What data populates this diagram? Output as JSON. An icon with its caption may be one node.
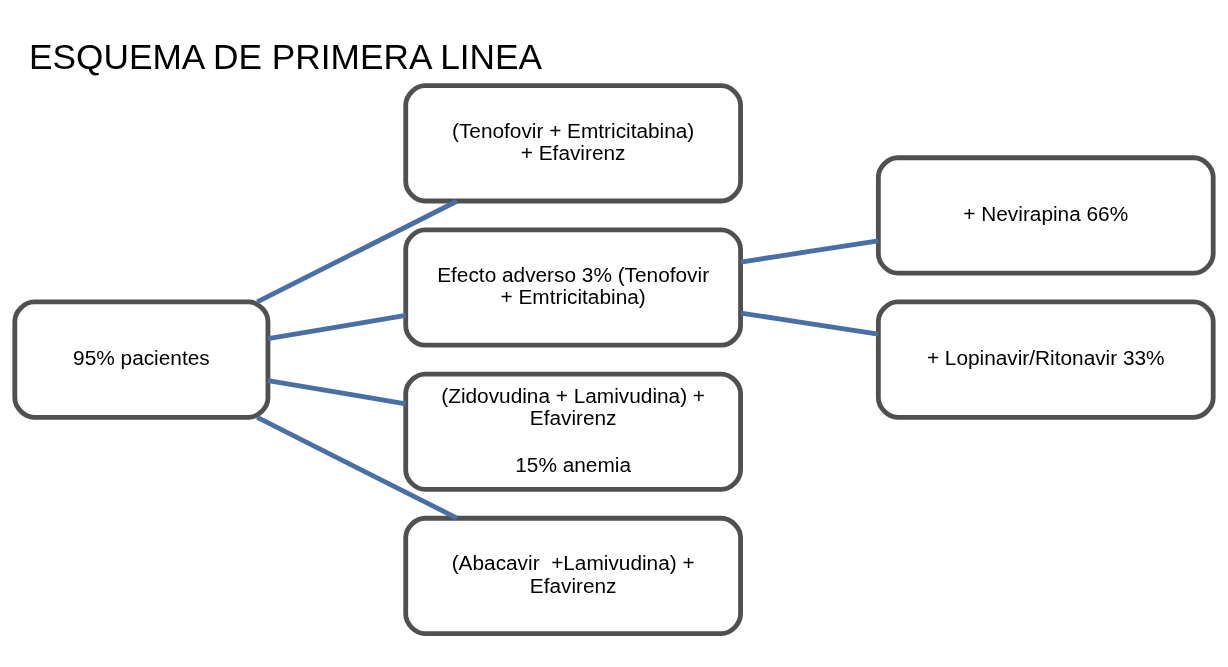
{
  "diagram": {
    "title": "ESQUEMA DE PRIMERA LINEA",
    "nodes": [
      {
        "text": [
          "95% pacientes"
        ]
      },
      {
        "text": [
          "(Tenofovir + Emtricitabina) + Efavirenz"
        ]
      },
      {
        "text": [
          "Efecto adverso 3% (Tenofovir + Emtricitabina)"
        ]
      },
      {
        "text": [
          "(Zidovudina + Lamivudina) + Efavirenz",
          "15% anemia"
        ]
      },
      {
        "text": [
          "(Abacavir  +Lamivudina) + Efavirenz"
        ]
      },
      {
        "text": [
          "+ Nevirapina 66%"
        ]
      },
      {
        "text": [
          "+ Lopinavir/Ritonavir 33%"
        ]
      }
    ],
    "edges": [
      {
        "from": 0,
        "to": 1,
        "arrow": "none"
      },
      {
        "from": 0,
        "to": 2,
        "arrow": "none"
      },
      {
        "from": 0,
        "to": 3,
        "arrow": "none"
      },
      {
        "from": 0,
        "to": 4,
        "arrow": "none"
      },
      {
        "from": 2,
        "to": 5,
        "arrow": "none"
      },
      {
        "from": 2,
        "to": 6,
        "arrow": "none"
      }
    ]
  }
}
